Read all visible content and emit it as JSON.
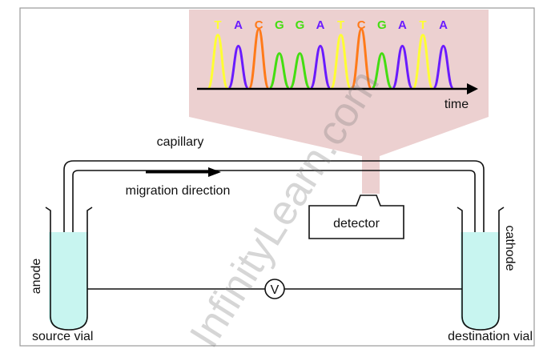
{
  "electropherogram": {
    "bases": [
      "T",
      "A",
      "C",
      "G",
      "G",
      "A",
      "T",
      "C",
      "G",
      "A",
      "T",
      "A"
    ],
    "peak_heights": [
      0.72,
      0.57,
      0.8,
      0.47,
      0.47,
      0.57,
      0.72,
      0.8,
      0.47,
      0.57,
      0.72,
      0.57
    ],
    "axis_label": "time"
  },
  "base_colors": {
    "T": "#ffff33",
    "A": "#6a1bff",
    "C": "#ff7a1a",
    "G": "#44dd11"
  },
  "labels": {
    "capillary": "capillary",
    "migration": "migration direction",
    "detector": "detector",
    "voltmeter": "V",
    "anode": "anode",
    "cathode": "cathode",
    "source_vial": "source vial",
    "destination_vial": "destination vial"
  },
  "watermark": "InfinityLearn.com",
  "colors": {
    "beam": "#ecd0d0",
    "liquid": "#c8f5f0"
  }
}
